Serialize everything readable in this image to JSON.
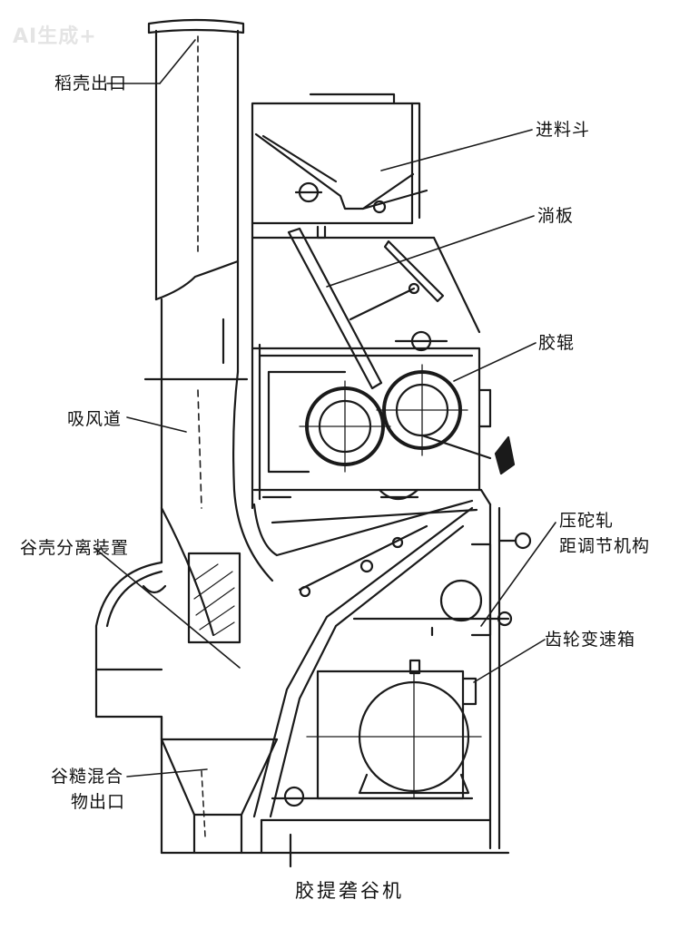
{
  "watermark": "AI生成+",
  "caption": "胶提砻谷机",
  "labels": {
    "husk_outlet": "稻壳出口",
    "hopper": "进料斗",
    "chute_plate": "淌板",
    "rubber_roll": "胶辊",
    "air_duct": "吸风道",
    "separator": "谷壳分离装置",
    "roll_gap_1": "压砣轧",
    "roll_gap_2": "距调节机构",
    "gearbox": "齿轮变速箱",
    "mix_outlet_1": "谷糙混合",
    "mix_outlet_2": "物出口"
  },
  "colors": {
    "line": "#1a1a1a",
    "text": "#111111",
    "watermark": "#e4e4e4"
  }
}
